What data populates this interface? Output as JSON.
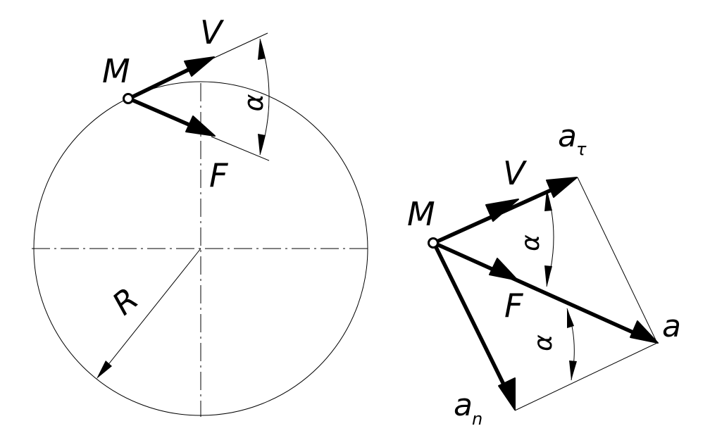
{
  "left_figure": {
    "point_label": "M",
    "velocity_label": "V",
    "force_label": "F",
    "angle_label": "α",
    "radius_label": "R"
  },
  "right_figure": {
    "point_label": "M",
    "velocity_label": "V",
    "force_label": "F",
    "tangential_accel_label": "a",
    "tangential_accel_subscript": "τ",
    "total_accel_label": "a",
    "normal_accel_label": "a",
    "normal_accel_subscript": "n",
    "angle_label_top": "α",
    "angle_label_bottom": "α"
  }
}
